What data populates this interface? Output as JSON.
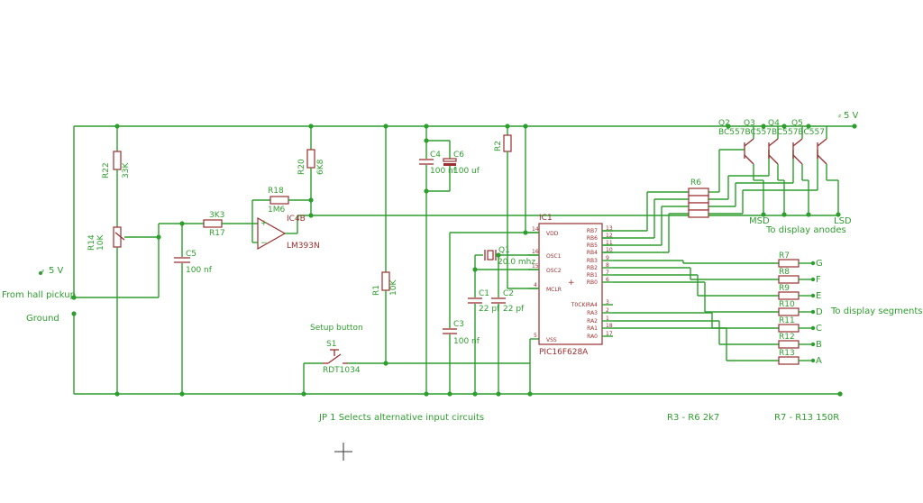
{
  "labels": {
    "supply_top": "5 V",
    "supply_left": "5 V",
    "from_hall": "From hall pickup",
    "ground": "Ground",
    "setup_button": "Setup button",
    "jp1_note": "JP 1 Selects alternative input circuits",
    "r3_r6_note": "R3 - R6 2k7",
    "r7_r13_note": "R7 - R13 150R",
    "to_anodes": "To display anodes",
    "to_segments": "To display segments",
    "msd": "MSD",
    "lsd": "LSD"
  },
  "components": {
    "r22": {
      "name": "R22",
      "value": "33K"
    },
    "r14": {
      "name": "R14",
      "value": "10K"
    },
    "r17": {
      "name": "R17",
      "value": "3K3"
    },
    "r18": {
      "name": "R18",
      "value": "1M6"
    },
    "r20": {
      "name": "R20",
      "value": "6K8"
    },
    "r1": {
      "name": "R1",
      "value": "10K"
    },
    "r2": {
      "name": "R2"
    },
    "c5": {
      "name": "C5",
      "value": "100 nf"
    },
    "c4": {
      "name": "C4",
      "value": "100 nf"
    },
    "c6": {
      "name": "C6",
      "value": "100 uf"
    },
    "c1": {
      "name": "C1",
      "value": "22 pf"
    },
    "c2": {
      "name": "C2",
      "value": "22 pf"
    },
    "c3": {
      "name": "C3",
      "value": "100 nf"
    },
    "ic4": {
      "name": "IC4B",
      "value": "LM393N"
    },
    "ic1": {
      "name": "IC1",
      "value": "PIC16F628A"
    },
    "q1": {
      "name": "Q1",
      "value": "20.0 mhz"
    },
    "s1": {
      "name": "S1",
      "value": "RDT1034"
    },
    "r6": {
      "name": "R6"
    },
    "transistors": {
      "names": [
        "Q2",
        "Q3",
        "Q4",
        "Q5"
      ],
      "value_text": "BC557BC557BC557BC557"
    },
    "segment_resistors": [
      {
        "name": "R7",
        "segment": "G"
      },
      {
        "name": "R8",
        "segment": "F"
      },
      {
        "name": "R9",
        "segment": "E"
      },
      {
        "name": "R10",
        "segment": "D"
      },
      {
        "name": "R11",
        "segment": "C"
      },
      {
        "name": "R12",
        "segment": "B"
      },
      {
        "name": "R13",
        "segment": "A"
      }
    ]
  },
  "ic1_pins": {
    "left": [
      {
        "name": "VDD",
        "num": "14"
      },
      {
        "name": "OSC1",
        "num": "16"
      },
      {
        "name": "OSC2",
        "num": "15"
      },
      {
        "name": "MCLR",
        "num": "4"
      },
      {
        "name": "VSS",
        "num": "5"
      }
    ],
    "right": [
      {
        "name": "RB7",
        "num": "13"
      },
      {
        "name": "RB6",
        "num": "12"
      },
      {
        "name": "RB5",
        "num": "11"
      },
      {
        "name": "RB4",
        "num": "10"
      },
      {
        "name": "RB3",
        "num": "9"
      },
      {
        "name": "RB2",
        "num": "8"
      },
      {
        "name": "RB1",
        "num": "7"
      },
      {
        "name": "RB0",
        "num": "6"
      },
      {
        "name": "T0CKIRA4",
        "num": "3"
      },
      {
        "name": "RA3",
        "num": "2"
      },
      {
        "name": "RA2",
        "num": "1"
      },
      {
        "name": "RA1",
        "num": "18"
      },
      {
        "name": "RA0",
        "num": "17"
      }
    ]
  }
}
